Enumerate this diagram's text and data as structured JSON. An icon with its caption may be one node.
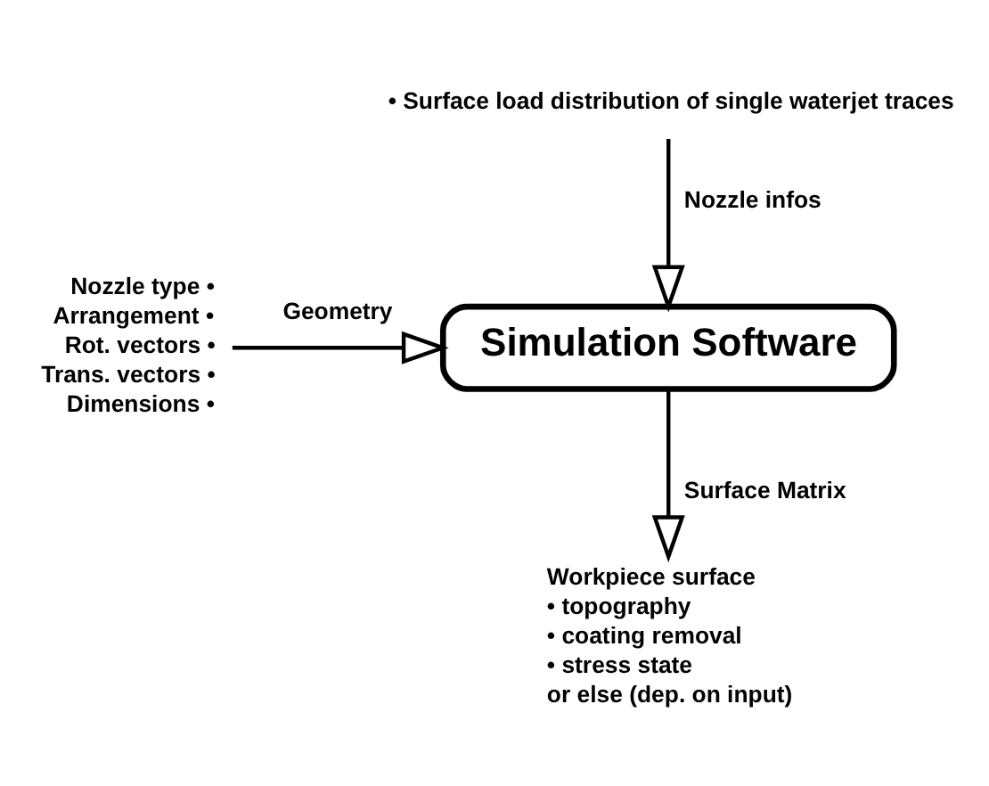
{
  "diagram": {
    "nodes": [
      {
        "text": [
          "Simulation Software"
        ]
      },
      {
        "text": [
          "• Surface load distribution of single waterjet traces"
        ]
      },
      {
        "text": [
          "Nozzle type •",
          "Arrangement •",
          "Rot. vectors •",
          "Trans. vectors •",
          "Dimensions •"
        ]
      },
      {
        "text": [
          "Workpiece surface",
          "• topography",
          "• coating removal",
          "• stress state",
          "or else (dep. on input)"
        ]
      }
    ],
    "edges": [
      {
        "from": 1,
        "to": 0,
        "arrow": "to",
        "label": "Nozzle infos"
      },
      {
        "from": 2,
        "to": 0,
        "arrow": "to",
        "label": "Geometry"
      },
      {
        "from": 0,
        "to": 3,
        "arrow": "to",
        "label": "Surface Matrix"
      }
    ]
  }
}
